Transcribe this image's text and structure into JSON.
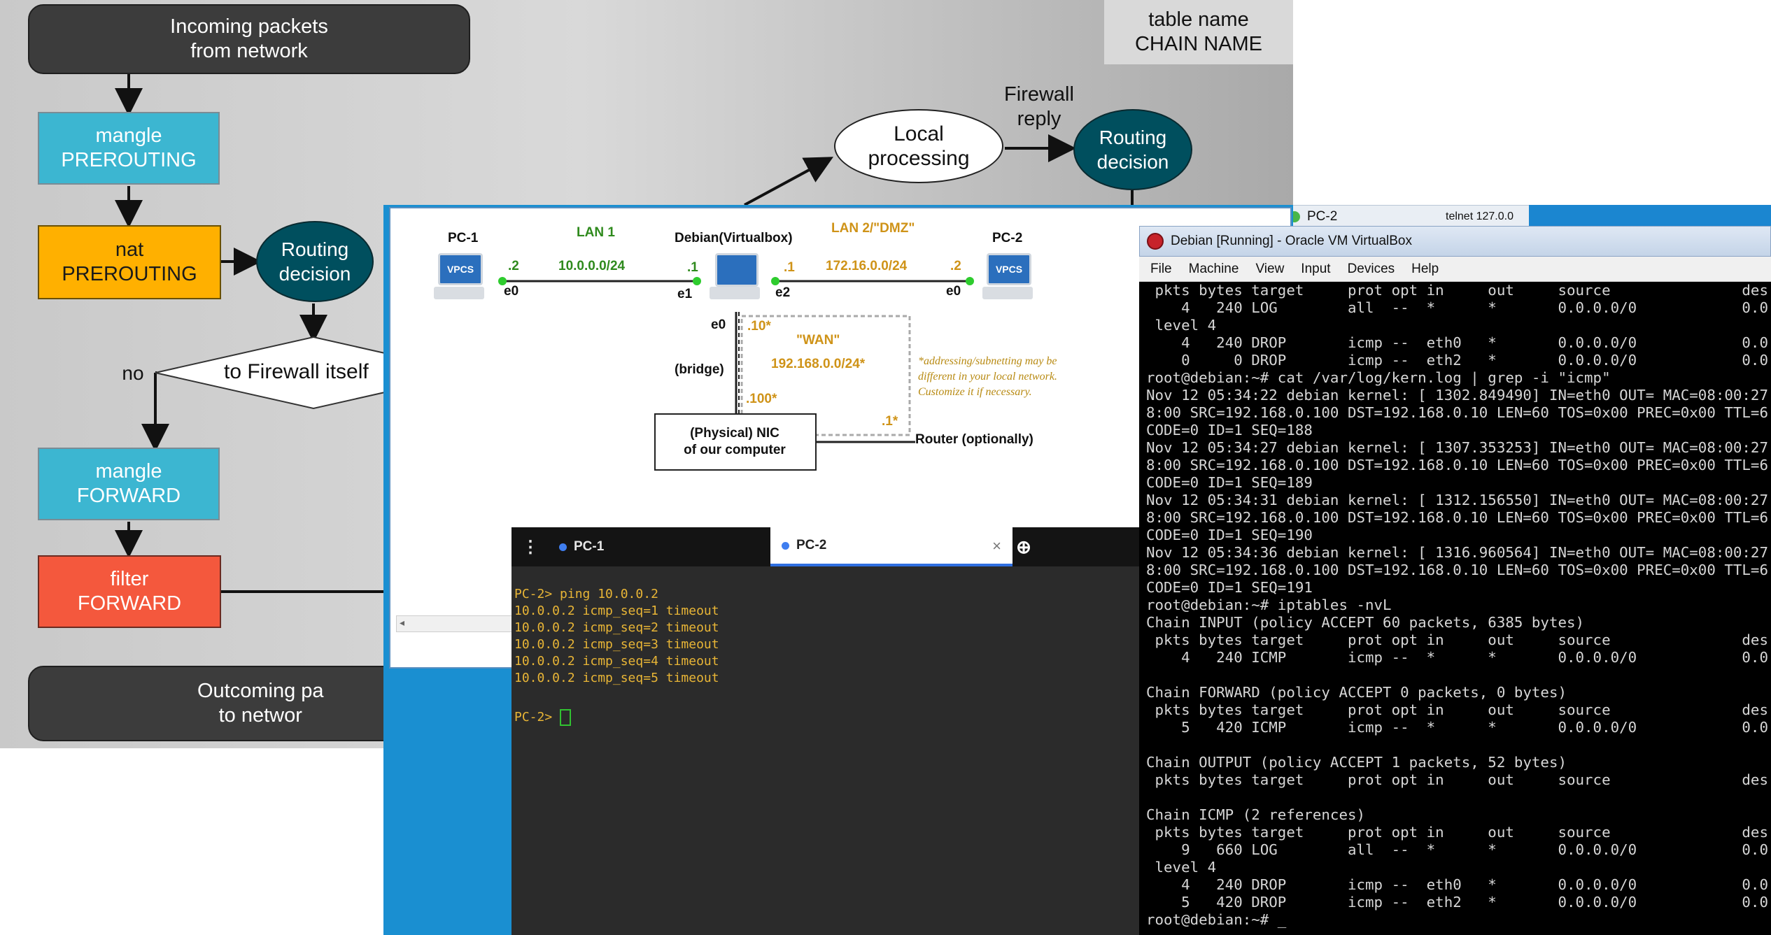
{
  "slide": {
    "incoming": "Incoming packets\nfrom network",
    "mangle_prerouting": "mangle\nPREROUTING",
    "nat_prerouting": "nat\nPREROUTING",
    "routing_decision_1": "Routing\ndecision",
    "to_firewall": "to Firewall itself",
    "no_label": "no",
    "mangle_forward": "mangle\nFORWARD",
    "filter_forward": "filter\nFORWARD",
    "outcoming": "Outcoming pa\nto networ",
    "local_processing": "Local\nprocessing",
    "firewall_reply": "Firewall\nreply",
    "routing_decision_2": "Routing\ndecision",
    "table_name": "table name\nCHAIN NAME",
    "colors": {
      "teal": "#3cb6d1",
      "orange": "#ffb000",
      "red": "#f4583d",
      "dark": "#3c3c3c",
      "oval": "#004f5e"
    }
  },
  "topology": {
    "pc1_label": "PC-1",
    "lan1_label": "LAN 1",
    "lan1_net": "10.0.0.0/24",
    "pc1_e0": "e0",
    "pc1_ip": ".2",
    "debian_label": "Debian(Virtualbox)",
    "deb_e1_ip": ".1",
    "deb_e1": "e1",
    "deb_e2_ip": ".1",
    "deb_e2": "e2",
    "lan2_label": "LAN 2/\"DMZ\"",
    "lan2_net": "172.16.0.0/24",
    "pc2_label": "PC-2",
    "pc2_ip": ".2",
    "pc2_e0": "e0",
    "vpcs_text": "VPCS",
    "deb_e0": "e0",
    "wan_ip_deb": ".10*",
    "wan_label": "\"WAN\"",
    "wan_net": "192.168.0.0/24*",
    "bridge_label": "(bridge)",
    "nic_ip": ".100*",
    "router_ip": ".1*",
    "nic_label": "(Physical) NIC\nof our computer",
    "router_label": "Router (optionally)",
    "note": "*addressing/subnetting may be\ndifferent in your local network.\nCustomize it if necessary."
  },
  "console": {
    "tabs": [
      {
        "label": "PC-1"
      },
      {
        "label": "PC-2"
      }
    ],
    "close": "×",
    "add": "⊕",
    "menu": "⋮",
    "lines": [
      "PC-2> ping 10.0.0.2",
      "10.0.0.2 icmp_seq=1 timeout",
      "10.0.0.2 icmp_seq=2 timeout",
      "10.0.0.2 icmp_seq=3 timeout",
      "10.0.0.2 icmp_seq=4 timeout",
      "10.0.0.2 icmp_seq=5 timeout",
      "",
      "PC-2> "
    ]
  },
  "behind": {
    "label": "PC-2",
    "telnet": "telnet 127.0.0"
  },
  "vbox": {
    "title": "Debian [Running] - Oracle VM VirtualBox",
    "menu": [
      "File",
      "Machine",
      "View",
      "Input",
      "Devices",
      "Help"
    ],
    "lines": [
      " pkts bytes target     prot opt in     out     source               des",
      "    4   240 LOG        all  --  *      *       0.0.0.0/0            0.0",
      " level 4",
      "    4   240 DROP       icmp --  eth0   *       0.0.0.0/0            0.0",
      "    0     0 DROP       icmp --  eth2   *       0.0.0.0/0            0.0",
      "root@debian:~# cat /var/log/kern.log | grep -i \"icmp\"",
      "Nov 12 05:34:22 debian kernel: [ 1302.849490] IN=eth0 OUT= MAC=08:00:27",
      "8:00 SRC=192.168.0.100 DST=192.168.0.10 LEN=60 TOS=0x00 PREC=0x00 TTL=6",
      "CODE=0 ID=1 SEQ=188",
      "Nov 12 05:34:27 debian kernel: [ 1307.353253] IN=eth0 OUT= MAC=08:00:27",
      "8:00 SRC=192.168.0.100 DST=192.168.0.10 LEN=60 TOS=0x00 PREC=0x00 TTL=6",
      "CODE=0 ID=1 SEQ=189",
      "Nov 12 05:34:31 debian kernel: [ 1312.156550] IN=eth0 OUT= MAC=08:00:27",
      "8:00 SRC=192.168.0.100 DST=192.168.0.10 LEN=60 TOS=0x00 PREC=0x00 TTL=6",
      "CODE=0 ID=1 SEQ=190",
      "Nov 12 05:34:36 debian kernel: [ 1316.960564] IN=eth0 OUT= MAC=08:00:27",
      "8:00 SRC=192.168.0.100 DST=192.168.0.10 LEN=60 TOS=0x00 PREC=0x00 TTL=6",
      "CODE=0 ID=1 SEQ=191",
      "root@debian:~# iptables -nvL",
      "Chain INPUT (policy ACCEPT 60 packets, 6385 bytes)",
      " pkts bytes target     prot opt in     out     source               des",
      "    4   240 ICMP       icmp --  *      *       0.0.0.0/0            0.0",
      "",
      "Chain FORWARD (policy ACCEPT 0 packets, 0 bytes)",
      " pkts bytes target     prot opt in     out     source               des",
      "    5   420 ICMP       icmp --  *      *       0.0.0.0/0            0.0",
      "",
      "Chain OUTPUT (policy ACCEPT 1 packets, 52 bytes)",
      " pkts bytes target     prot opt in     out     source               des",
      "",
      "Chain ICMP (2 references)",
      " pkts bytes target     prot opt in     out     source               des",
      "    9   660 LOG        all  --  *      *       0.0.0.0/0            0.0",
      " level 4",
      "    4   240 DROP       icmp --  eth0   *       0.0.0.0/0            0.0",
      "    5   420 DROP       icmp --  eth2   *       0.0.0.0/0            0.0",
      "root@debian:~# _"
    ]
  }
}
